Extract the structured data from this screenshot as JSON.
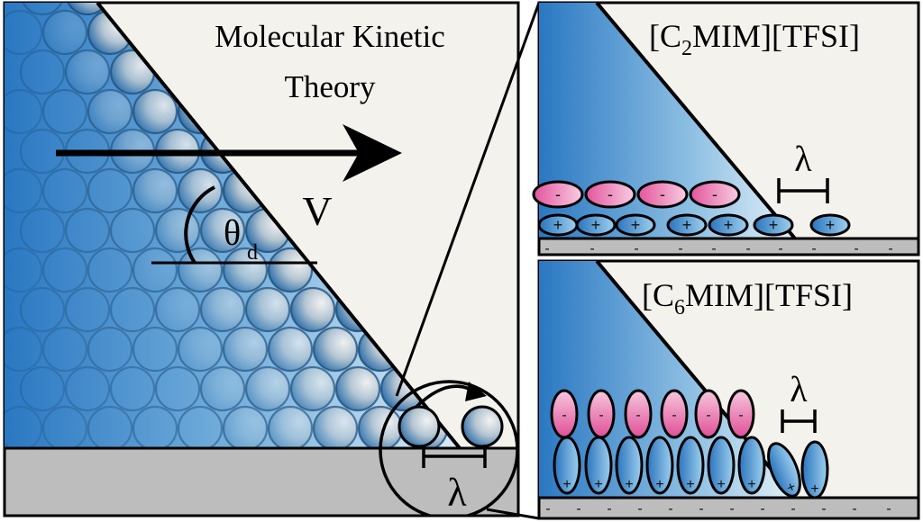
{
  "left_panel": {
    "title_line1": "Molecular Kinetic",
    "title_line2": "Theory",
    "velocity_label": "V",
    "angle_symbol": "θ",
    "angle_subscript": "d",
    "lambda_label": "λ"
  },
  "top_right_panel": {
    "title_pre": "[C",
    "title_sub": "2",
    "title_post": "MIM][TFSI]",
    "lambda_label": "λ",
    "anion_sign": "-",
    "cation_sign": "+",
    "surface_sign": "-"
  },
  "bottom_right_panel": {
    "title_pre": "[C",
    "title_sub": "6",
    "title_post": "MIM][TFSI]",
    "lambda_label": "λ",
    "anion_sign": "-",
    "cation_sign": "+",
    "surface_sign": "-"
  },
  "colors": {
    "background": "#f4f2ec",
    "liquid_blue": "#2a78c2",
    "liquid_light": "#c9e1f2",
    "anion_pink": "#e25aa0",
    "cation_blue": "#2f7fc8",
    "substrate_gray": "#bdbdbd",
    "outline": "#000000"
  }
}
